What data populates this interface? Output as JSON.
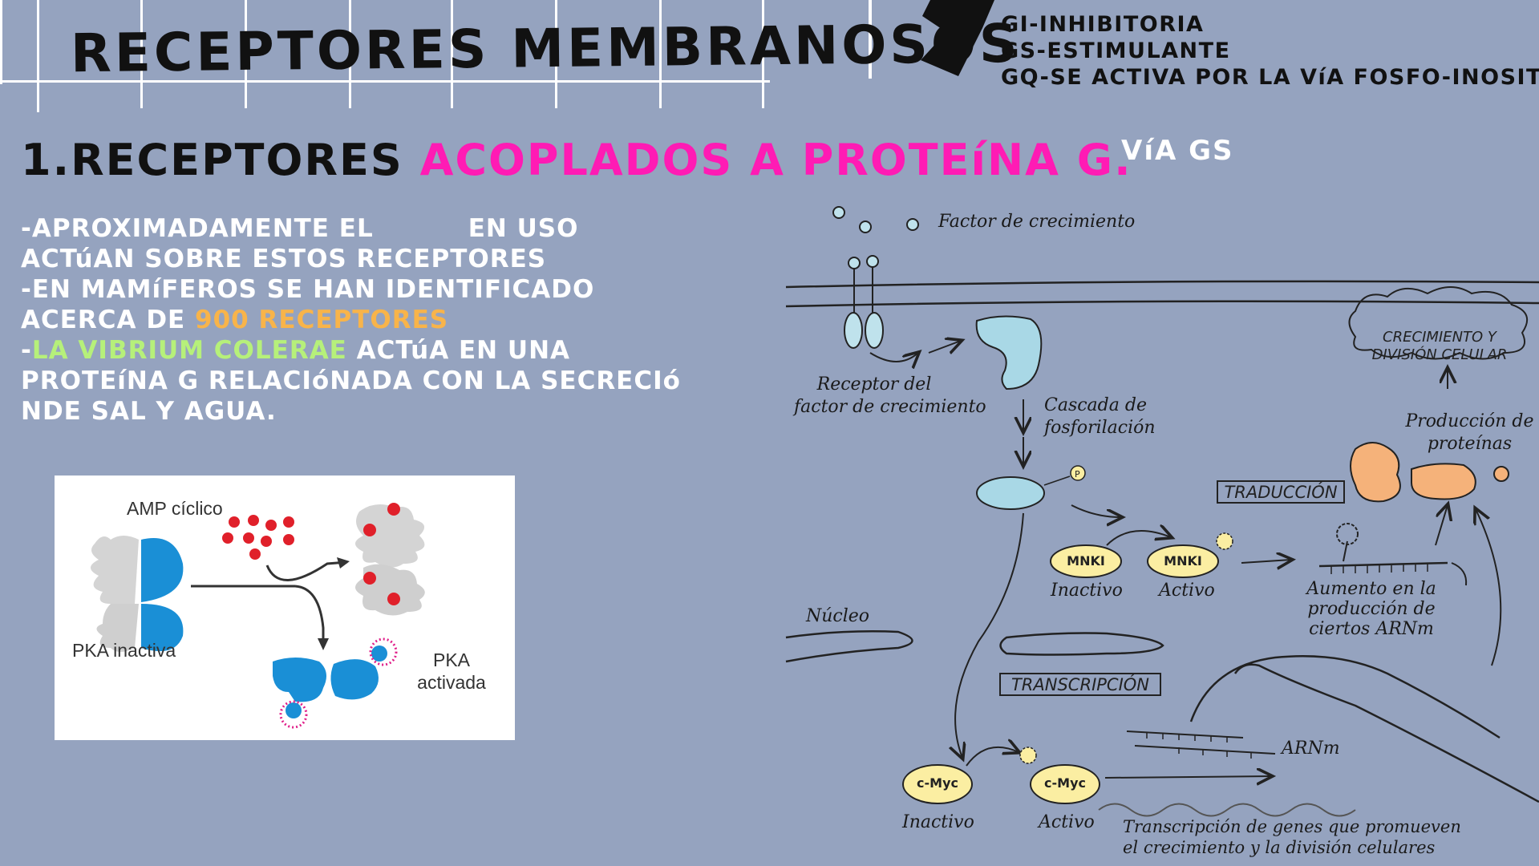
{
  "header": {
    "title": "RECEPTORES MEMBRANOSOS",
    "g_proteins": [
      "GI-INHIBITORIA",
      "GS-ESTIMULANTE",
      "GQ-SE ACTIVA POR LA VíA FOSFO-INOSITOL"
    ]
  },
  "section": {
    "number_label": "1.RECEPTORES",
    "highlight": "ACOPLADOS A PROTEíNA G."
  },
  "via_label": "VíA GS",
  "body": {
    "line1_a": "-APROXIMADAMENTE EL",
    "line1_b": "EN USO",
    "line2": "ACTúAN SOBRE ESTOS RECEPTORES",
    "line3": "-EN MAMíFEROS SE HAN IDENTIFICADO",
    "line4_a": "ACERCA DE ",
    "line4_highlight": "900 RECEPTORES",
    "line5_a": "-",
    "line5_highlight": "LA VIBRIUM COLERAE",
    "line5_b": " ACTúA EN UNA",
    "line6": "PROTEíNA G RELACIóNADA CON LA SECRECIó",
    "line7": "NDE SAL Y AGUA."
  },
  "pka_figure": {
    "camp_label": "AMP cíclico",
    "inactive_label": "PKA inactiva",
    "active_label_1": "PKA",
    "active_label_2": "activada"
  },
  "pathway": {
    "growth_factor": "Factor de crecimiento",
    "receptor_1": "Receptor del",
    "receptor_2": "factor de crecimiento",
    "cascade_1": "Cascada de",
    "cascade_2": "fosforilación",
    "growth_1": "CRECIMIENTO Y",
    "growth_2": "DIVISIÓN CELULAR",
    "protein_prod_1": "Producción de",
    "protein_prod_2": "proteínas",
    "translation": "TRADUCCIÓN",
    "mnk_inactive_node": "MNKI",
    "mnk_active_node": "MNKI",
    "mnk_inactive": "Inactivo",
    "mnk_active": "Activo",
    "mrna_increase_1": "Aumento en la",
    "mrna_increase_2": "producción de",
    "mrna_increase_3": "ciertos ARNm",
    "nucleus": "Núcleo",
    "transcription": "TRANSCRIPCIÓN",
    "arnm": "ARNm",
    "cmyc_inactive_node": "c-Myc",
    "cmyc_active_node": "c-Myc",
    "cmyc_inactive": "Inactivo",
    "cmyc_active": "Activo",
    "transcription_desc_1": "Transcripción de genes que promueven",
    "transcription_desc_2": "el crecimiento y la división celulares"
  },
  "colors": {
    "background": "#95a3bf",
    "pink": "#ff1bb4",
    "orange": "#f8b44a",
    "green": "#b6f07a",
    "receptor_blue": "#a9d8e6",
    "node_yellow": "#fbeea2",
    "protein_orange": "#f5b27a",
    "pka_blue": "#1a8fd6"
  }
}
